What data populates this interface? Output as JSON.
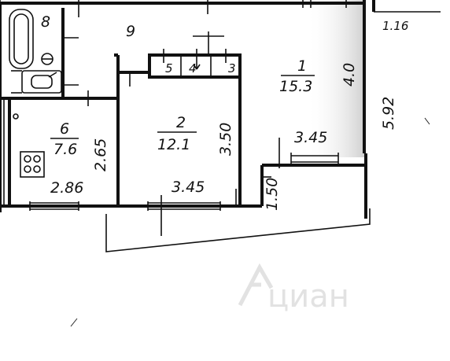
{
  "rooms": {
    "r1": {
      "number": "1",
      "area": "15.3"
    },
    "r2": {
      "number": "2",
      "area": "12.1"
    },
    "r6": {
      "number": "6",
      "area": "7.6"
    },
    "r8": {
      "number": "8"
    },
    "r9": {
      "number": "9"
    },
    "r3": {
      "number": "3"
    },
    "r4": {
      "number": "4"
    },
    "r5": {
      "number": "5"
    }
  },
  "dimensions": {
    "d_1_16": "1.16",
    "d_4_0": "4.0",
    "d_5_92": "5.92",
    "d_3_45_right": "3.45",
    "d_3_50": "3.50",
    "d_3_45_bottom": "3.45",
    "d_1_50": "1.50",
    "d_2_65": "2.65",
    "d_2_86": "2.86"
  },
  "watermark": "циан"
}
